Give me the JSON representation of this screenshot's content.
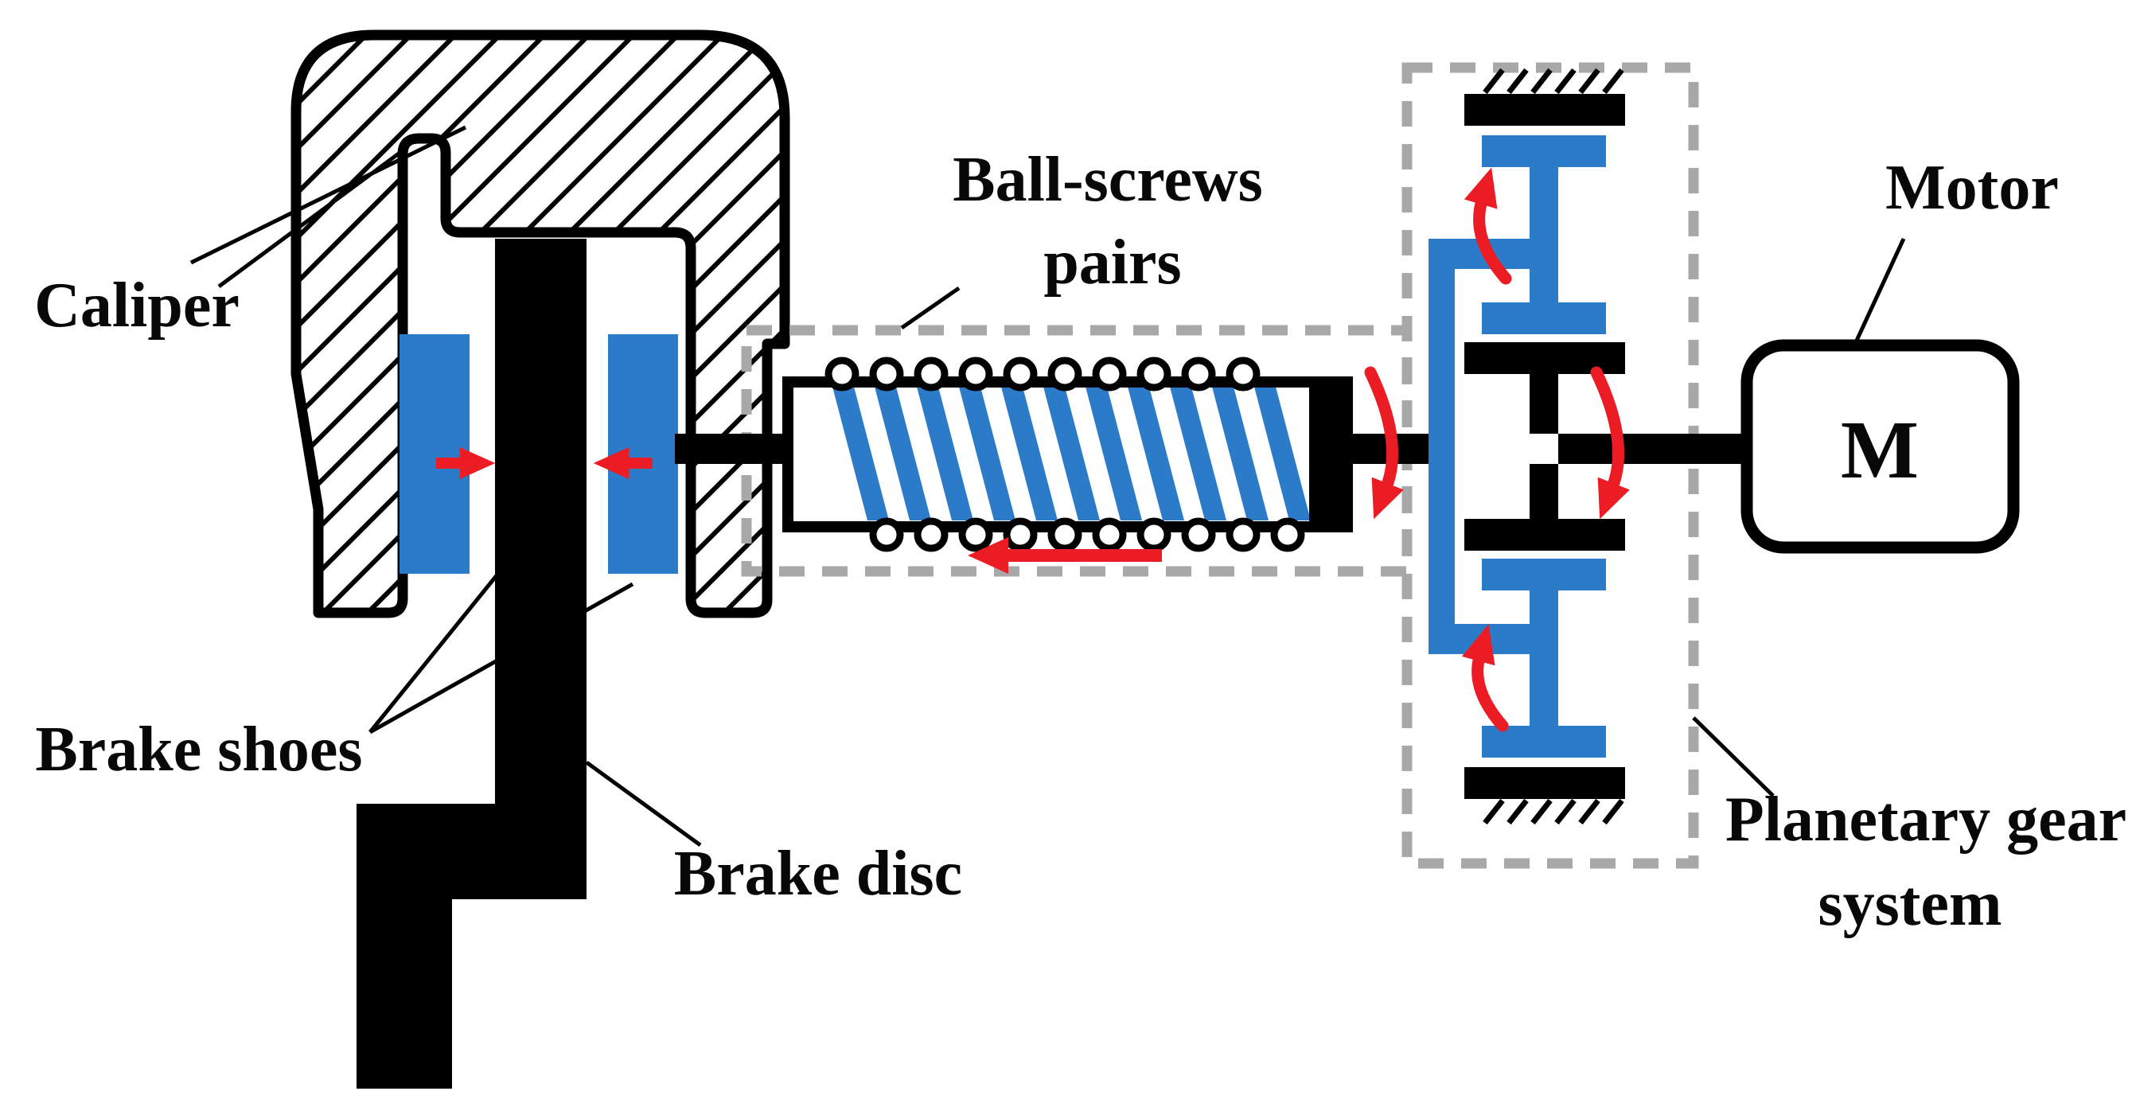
{
  "labels": {
    "caliper": "Caliper",
    "brake_shoes": "Brake shoes",
    "brake_disc": "Brake disc",
    "ball_screws_line1": "Ball-screws",
    "ball_screws_line2": "pairs",
    "motor": "Motor",
    "motor_symbol": "M",
    "planetary_line1": "Planetary gear",
    "planetary_line2": "system"
  },
  "colors": {
    "component_blue": "#2b7bc9",
    "arrow_red": "#ec1c24",
    "dashed_gray": "#a8a8a8",
    "outline_black": "#000000",
    "background_white": "#ffffff"
  },
  "ball_screw": {
    "top_ball_count": 10,
    "bottom_ball_count": 10,
    "thread_stripe_count": 11
  },
  "planetary": {
    "ground_hatch_tick_count": 6
  }
}
